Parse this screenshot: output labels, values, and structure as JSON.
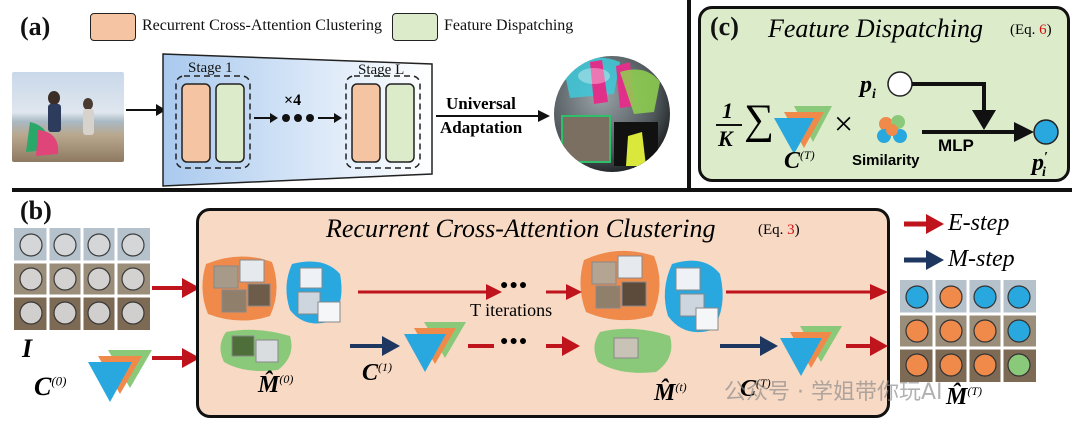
{
  "panel_a": {
    "label": "(a)",
    "legend": [
      {
        "text": "Recurrent Cross-Attention Clustering",
        "color": "#f5c4a3"
      },
      {
        "text": "Feature Dispatching",
        "color": "#dceccb"
      }
    ],
    "stage_first": "Stage 1",
    "stage_last": "Stage L",
    "repeat": "×4",
    "adapt_line1": "Universal",
    "adapt_line2": "Adaptation"
  },
  "panel_b": {
    "label": "(b)",
    "title": "Recurrent Cross-Attention Clustering",
    "eq_prefix": "(Eq. ",
    "eq_num": "3",
    "eq_suffix": ")",
    "iterations": "T iterations",
    "input_I": "I",
    "c0": "C",
    "c0_sup": "(0)",
    "c1": "C",
    "c1_sup": "(1)",
    "cT": "C",
    "cT_sup": "(T)",
    "m0": "M̂",
    "m0_sup": "(0)",
    "mt": "M̂",
    "mt_sup": "(t)",
    "mT": "M̂",
    "mT_sup": "(T)",
    "legend_e": "E-step",
    "legend_m": "M-step",
    "dots": "●●●"
  },
  "panel_c": {
    "label": "(c)",
    "title": "Feature Dispatching",
    "eq_prefix": "(Eq. ",
    "eq_num": "6",
    "eq_suffix": ")",
    "frac_num": "1",
    "frac_den": "K",
    "sum": "∑",
    "times": "×",
    "c": "C",
    "c_sup": "(T)",
    "p": "p",
    "p_sub": "i",
    "p_out": "p",
    "p_out_sub": "i",
    "p_out_prime": "′",
    "similarity": "Similarity",
    "mlp": "MLP"
  },
  "watermark": "公众号 · 学姐带你玩AI",
  "colors": {
    "orange": "#f08a4b",
    "green": "#8bc97a",
    "blue": "#29a8e0",
    "red_arrow": "#c0141c",
    "navy_arrow": "#1e3760",
    "rcac_bg": "#f7d9c4",
    "fd_bg": "#dceccb"
  }
}
